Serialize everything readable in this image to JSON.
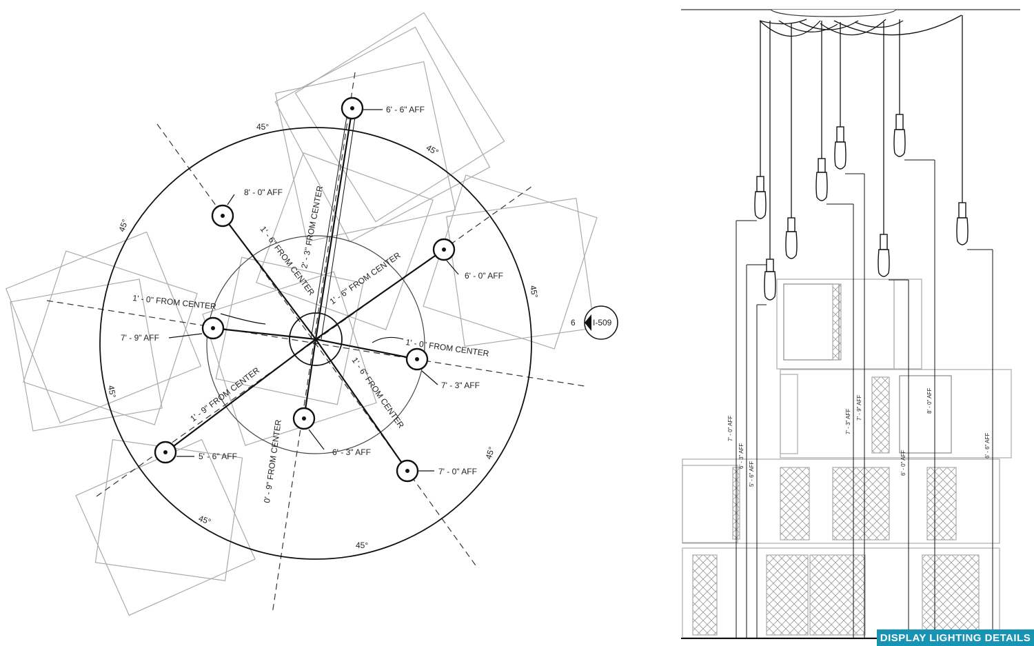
{
  "plan": {
    "angle_label": "45°",
    "distances": {
      "top": "2' - 3\" FROM CENTER",
      "upper_left": "1' - 6\" FROM CENTER",
      "upper_right": "1' - 6\" FROM CENTER",
      "left": "1' - 0\" FROM CENTER",
      "right": "1' - 0\" FROM CENTER",
      "lower_left": "1' - 9\" FROM CENTER",
      "lower_right": "1' - 6\" FROM CENTER",
      "bottom": "0' - 9\" FROM CENTER"
    },
    "heights": {
      "top": "6' - 6\" AFF",
      "upper_left": "8' - 0\" AFF",
      "upper_right": "6' - 0\" AFF",
      "left": "7' - 9\" AFF",
      "right": "7' - 3\" AFF",
      "lower_left": "5' - 6\" AFF",
      "bottom": "6' - 3\" AFF",
      "lower_right": "7' - 0\" AFF"
    },
    "section_callout": {
      "number": "6",
      "sheet": "I-509"
    }
  },
  "elevation": {
    "dims": [
      "7' - 0\" AFF",
      "6' - 3\" AFF",
      "5' - 6\" AFF",
      "7' - 3\" AFF",
      "7' - 9\" AFF",
      "6' - 0\" AFF",
      "8' - 0\" AFF",
      "6' - 6\" AFF"
    ]
  },
  "caption": "DISPLAY LIGHTING DETAILS"
}
